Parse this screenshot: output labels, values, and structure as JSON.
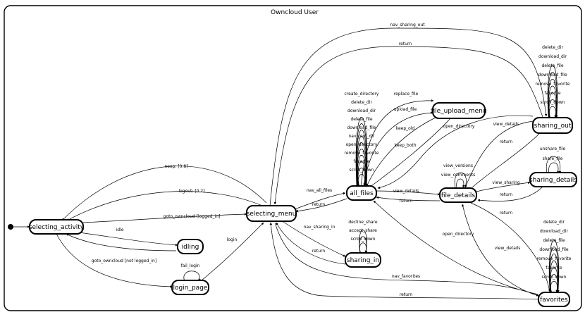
{
  "diagram": {
    "title": "Owncloud User",
    "nodes": {
      "selecting_activity": "selecting_activity",
      "idling": "idling",
      "login_page": "login_page",
      "selecting_menu": "selecting_menu",
      "all_files": "all_files",
      "file_upload_menu": "file_upload_menu",
      "sharing_in": "sharing_in",
      "file_details": "file_details",
      "sharing_out": "sharing_out",
      "sharing_details": "sharing_details",
      "favorites": "favorites"
    },
    "edges": {
      "noop": "noop: [0.8]",
      "logout": "logout: [0.2]",
      "goto_owncloud_logged_in": "goto_owncloud [logged_in]",
      "idle": "idle",
      "goto_owncloud_not_logged_in": "goto_owncloud [not logged_in]",
      "fail_login": "fail_login",
      "login": "login",
      "nav_sharing_out": "nav_sharing_out",
      "return_sharing_out_menu": "return",
      "nav_all_files": "nav_all_files",
      "return_all_files_menu": "return",
      "nav_sharing_in": "nav_sharing_in",
      "return_sharing_in_menu": "return",
      "nav_favorites": "nav_favorites",
      "return_favorites_menu": "return",
      "replace_file": "replace_file",
      "upload_file": "upload_file",
      "keep_old": "keep_old",
      "keep_both": "keep_both",
      "open_directory_sharing_out": "open_directory",
      "view_details_all_files": "view_details",
      "return_file_details_all_files": "return",
      "view_details_sharing_out": "view_details",
      "return_file_details_sharing_out": "return",
      "view_sharing": "view_sharing",
      "return_sharing_details": "return",
      "return_file_details_favorites": "return",
      "view_details_favorites": "view_details",
      "open_directory_favorites": "open_directory",
      "view_versions": "view_versions",
      "view_comments": "view_comments",
      "unshare_file": "unshare_file",
      "share_file": "share_file"
    },
    "self_loops": {
      "all_files": [
        "create_directory",
        "delete_dir",
        "download_dir",
        "delete_file",
        "download_file",
        "nav_root_dir",
        "open_directory",
        "remove_favorite",
        "favorite",
        "scroll_down"
      ],
      "sharing_out": [
        "delete_dir",
        "download_dir",
        "delete_file",
        "download_file",
        "remove_favorite",
        "favorite",
        "scroll_down"
      ],
      "sharing_in": [
        "decline_share",
        "accept_share",
        "scroll_down"
      ],
      "favorites": [
        "delete_dir",
        "download_dir",
        "delete_file",
        "download_file",
        "remove_favorite",
        "favorite",
        "scroll_down"
      ]
    }
  }
}
